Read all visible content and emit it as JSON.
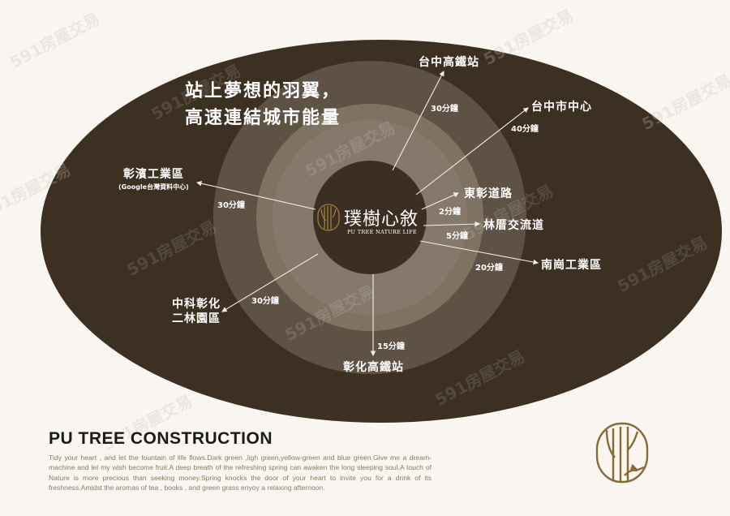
{
  "headline": {
    "line1": "站上夢想的羽翼，",
    "line2": "高速連結城市能量"
  },
  "center": {
    "brand_cn": "璞樹心敘",
    "brand_en": "PU TREE NATURE LIFE",
    "icon": "tree-bird-emblem-icon"
  },
  "destinations": [
    {
      "name": "台中高鐵站",
      "time": "30分鐘"
    },
    {
      "name": "台中市中心",
      "time": "40分鐘"
    },
    {
      "name": "彰濱工業區",
      "subtitle": "(Google台灣資料中心)",
      "time": "30分鐘"
    },
    {
      "name": "東彰道路",
      "time": "2分鐘"
    },
    {
      "name": "林厝交流道",
      "time": "5分鐘"
    },
    {
      "name": "南崗工業區",
      "time": "20分鐘"
    },
    {
      "name": "中科彰化",
      "name_line2": "二林園區",
      "time": "30分鐘"
    },
    {
      "name": "彰化高鐵站",
      "time": "15分鐘"
    }
  ],
  "footer": {
    "title": "PU TREE CONSTRUCTION",
    "body": "Tidy your heart , and let the fountain of life flows.Dark green ,ligh green,yellow-green and blue green.Give me a dream-machine and let my wish become fruit.A deep breath of the refreshing spring can awaken the long sleeping soul.A touch of Nature is more precious than seeking money.Spring knocks the door of your heart to invite you for a drink of its freshness.Amidst the aromas of tea , books , and green grass enyoy a relaxing afternoon.",
    "logo_icon": "tree-bird-emblem-icon"
  },
  "watermark": {
    "text": "591房屋交易"
  },
  "colors": {
    "background": "#f9f6f1",
    "outer_ellipse": "#3b3022",
    "ring_outer": "#5e5244",
    "ring_middle": "#7e7263",
    "ring_inner": "#93877a",
    "center_disc": "#3a2f22",
    "gold": "#8a6a33",
    "text_light": "#ffffff"
  }
}
